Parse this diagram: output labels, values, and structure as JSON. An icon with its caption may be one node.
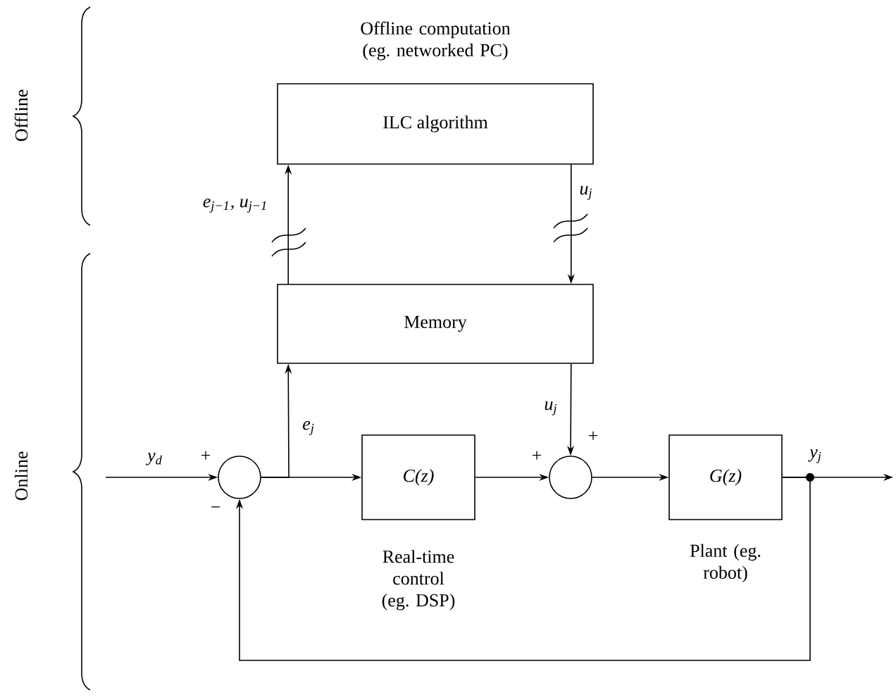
{
  "diagram": {
    "nodes": [
      {
        "text": [
          "ILC algorithm"
        ],
        "beside": [
          "Offline computation (eg. networked PC)"
        ]
      },
      {
        "text": [
          "Memory"
        ]
      },
      {
        "text": [],
        "shape": "circle"
      },
      {
        "text": [
          "C(z)"
        ],
        "beside": [
          "Real-time control (eg. DSP)"
        ]
      },
      {
        "text": [],
        "shape": "circle"
      },
      {
        "text": [
          "G(z)"
        ],
        "beside": [
          "Plant (eg. robot)"
        ]
      }
    ],
    "edges": [
      {
        "from": null,
        "to": 2,
        "arrow": "to",
        "label": "y$_{d}$"
      },
      {
        "from": 2,
        "to": 3,
        "arrow": "to"
      },
      {
        "from": 2,
        "to": 1,
        "arrow": "to",
        "label": "e$_{j}$"
      },
      {
        "from": 1,
        "to": 0,
        "arrow": "to",
        "label": "e$_{j−1}$, u$_{j−1}$"
      },
      {
        "from": 0,
        "to": 1,
        "arrow": "to",
        "label": "u$_{j}$"
      },
      {
        "from": 1,
        "to": 4,
        "arrow": "to",
        "label": "u$_{j}$"
      },
      {
        "from": 3,
        "to": 4,
        "arrow": "to"
      },
      {
        "from": 4,
        "to": 5,
        "arrow": "to"
      },
      {
        "from": 5,
        "to": null,
        "arrow": "to",
        "label": "y$_{j}$"
      },
      {
        "from": 5,
        "to": 2,
        "arrow": "to"
      }
    ],
    "labels": [
      "Offline",
      "Online",
      "+",
      "+",
      "+",
      "−"
    ]
  }
}
